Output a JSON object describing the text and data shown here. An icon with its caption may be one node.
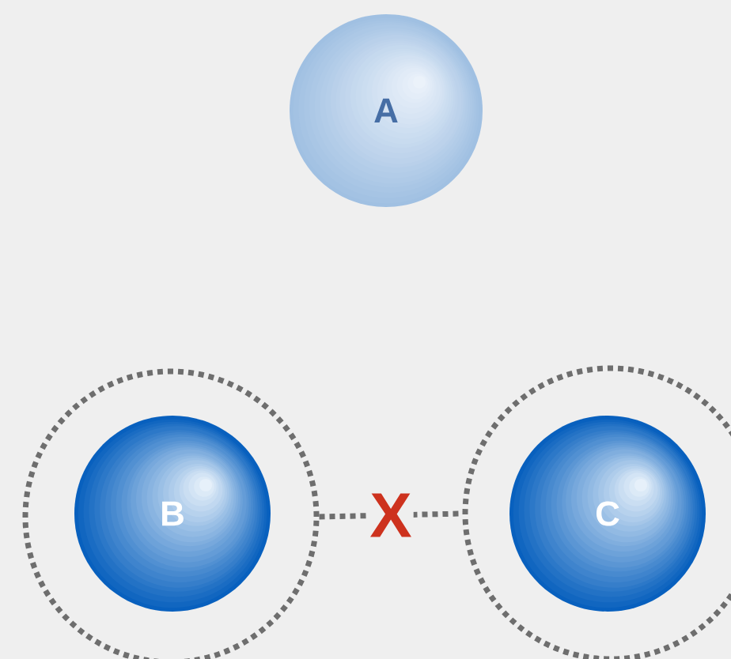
{
  "diagram": {
    "nodes": [
      {
        "text": [
          "A"
        ]
      },
      {
        "text": [],
        "shape": "circle"
      },
      {
        "text": [
          "B"
        ],
        "in": 1
      },
      {
        "text": [],
        "shape": "circle"
      },
      {
        "text": [
          "C"
        ],
        "in": 3
      }
    ],
    "edges": [
      {
        "from": 1,
        "to": 3,
        "arrow": "none",
        "style": "dashed",
        "label": "X"
      }
    ]
  }
}
